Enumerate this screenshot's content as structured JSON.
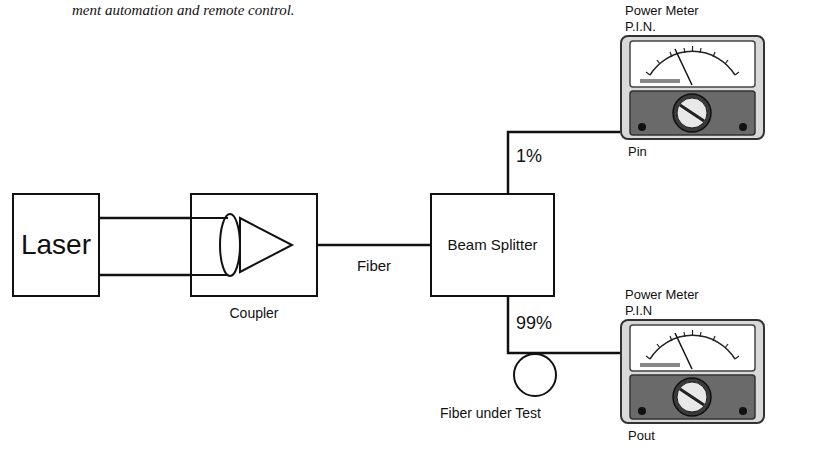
{
  "diagram": {
    "nodes": [
      {
        "text": [
          "Laser"
        ]
      },
      {
        "text": [
          "Coupler"
        ]
      },
      {
        "text": [
          "Beam Splitter"
        ]
      },
      {
        "text": [
          "Power Meter P.I.N.",
          "Pin"
        ]
      },
      {
        "text": [
          "Fiber under Test"
        ]
      },
      {
        "text": [
          "Power Meter P.I.N",
          "Pout"
        ]
      }
    ],
    "edges": [
      {
        "from": 0,
        "to": 1,
        "arrow": "none"
      },
      {
        "from": 1,
        "to": 2,
        "label": "Fiber",
        "arrow": "none"
      },
      {
        "from": 2,
        "to": 3,
        "label": "1%",
        "arrow": "none"
      },
      {
        "from": 2,
        "to": 4,
        "label": "99%",
        "arrow": "none"
      },
      {
        "from": 4,
        "to": 5,
        "arrow": "none"
      }
    ],
    "labels": [
      "ment automation and remote control."
    ]
  }
}
